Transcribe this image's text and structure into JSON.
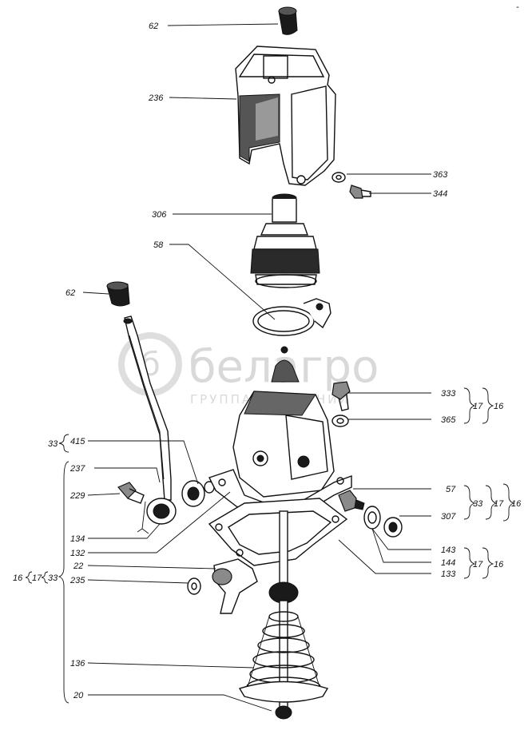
{
  "watermark": {
    "brand": "белагро",
    "subtitle": "ГРУППА КОМПАНИЙ"
  },
  "labels": {
    "l62a": "62",
    "l236": "236",
    "l363": "363",
    "l344": "344",
    "l306": "306",
    "l58": "58",
    "l62b": "62",
    "l333": "333",
    "l365": "365",
    "l415": "415",
    "l237": "237",
    "l229": "229",
    "l57": "57",
    "l307": "307",
    "l134": "134",
    "l132": "132",
    "l143": "143",
    "l144": "144",
    "l22": "22",
    "l235": "235",
    "l133": "133",
    "l136": "136",
    "l20": "20"
  },
  "groups": {
    "g17a": "17",
    "g16a": "16",
    "g33b": "33",
    "g17b": "17",
    "g16b": "16",
    "g17c": "17",
    "g16c": "16",
    "g33left": "33",
    "g16left": "16",
    "g17left": "17",
    "g33left2": "33"
  }
}
